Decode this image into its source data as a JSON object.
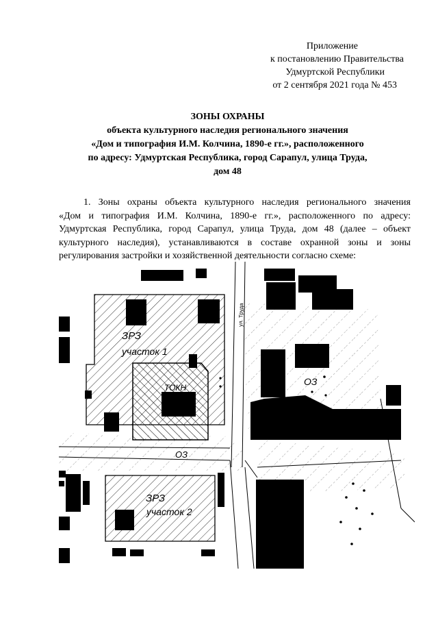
{
  "appendix": {
    "line1": "Приложение",
    "line2": "к постановлению Правительства",
    "line3": "Удмуртской Республики",
    "line4": "от 2 сентября 2021 года № 453"
  },
  "title": {
    "line1": "ЗОНЫ ОХРАНЫ",
    "line2": "объекта культурного наследия регионального значения",
    "line3": "«Дом и типография И.М. Колчина, 1890-е гг.», расположенного",
    "line4": "по адресу: Удмуртская Республика, город Сарапул, улица Труда,",
    "line5": "дом 48"
  },
  "paragraph": {
    "line1": "1. Зоны охраны объекта культурного наследия регионального значения",
    "line2": "«Дом и типография И.М. Колчина, 1890-е гг.», расположенного по адресу:",
    "line3": "Удмуртская Республика, город Сарапул, улица Труда, дом 48 (далее – объект",
    "line4": "культурного наследия), устанавливаются в составе охранной зоны и зоны",
    "line5": "регулирования застройки и хозяйственной деятельности согласно схеме:"
  },
  "map": {
    "label_zrz_1": "ЗРЗ",
    "label_plot_1": "участок 1",
    "label_tokn": "ТОКН",
    "label_oz_main": "ОЗ",
    "label_oz_right": "ОЗ",
    "label_zrz_2": "ЗРЗ",
    "label_plot_2": "участок 2",
    "label_street": "ул. Труда"
  }
}
